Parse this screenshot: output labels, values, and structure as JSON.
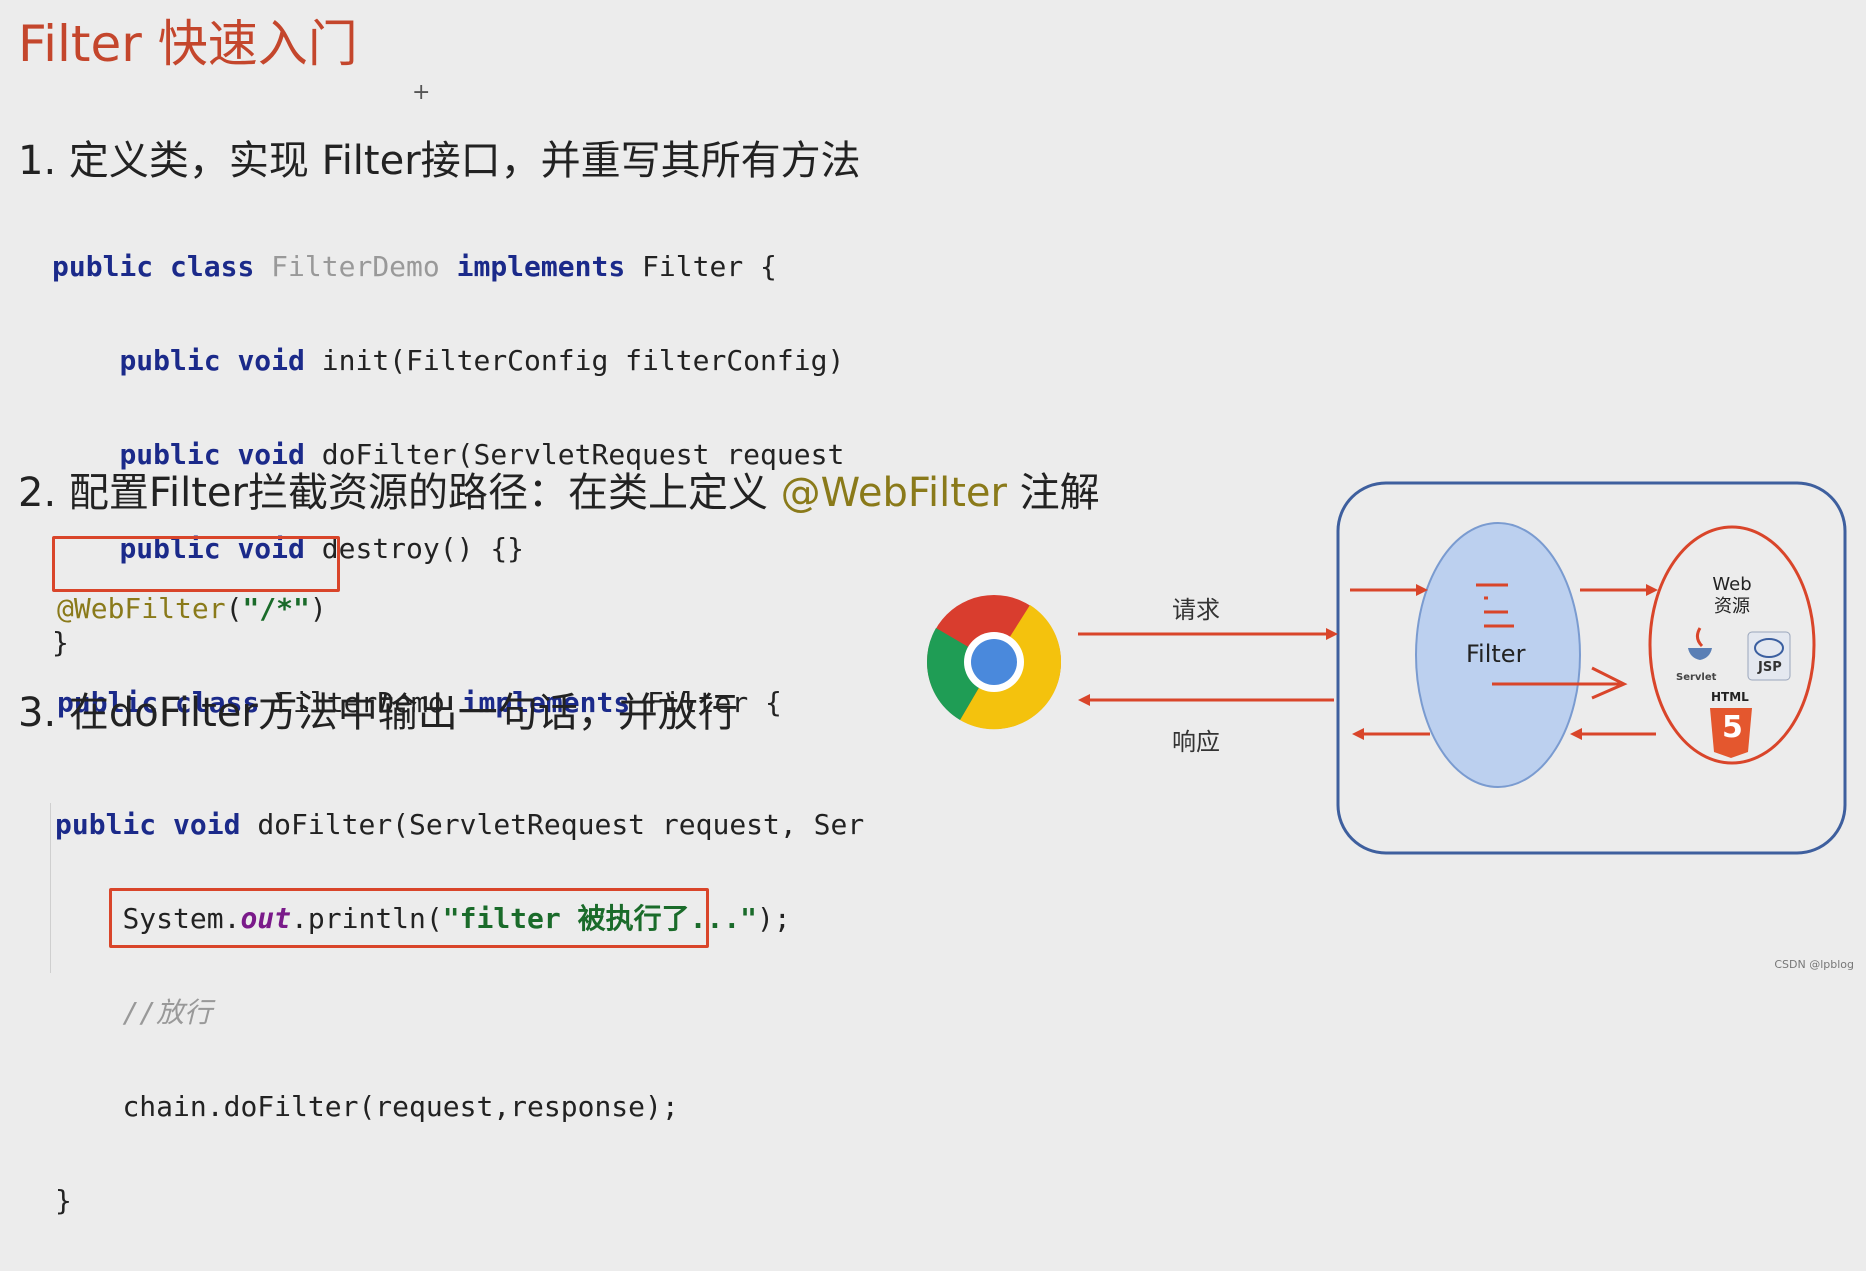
{
  "title": "Filter 快速入门",
  "cursor_glyph": "+",
  "step1": {
    "heading": "1. 定义类，实现 Filter接口，并重写其所有方法",
    "code": {
      "kw_public": "public",
      "kw_class": "class",
      "class_name": "FilterDemo",
      "kw_implements": "implements",
      "iface": "Filter {",
      "kw_void": "void",
      "init_sig": "init(FilterConfig filterConfig)",
      "dofilter_sig": "doFilter(ServletRequest request",
      "destroy_sig": "destroy() {}",
      "close": "}"
    }
  },
  "step2": {
    "heading_prefix": "2. 配置Filter拦截资源的路径：在类上定义 ",
    "heading_anno": "@WebFilter",
    "heading_suffix": " 注解",
    "code": {
      "annotation": "@WebFilter",
      "paren_open": "(",
      "path": "\"/*\"",
      "paren_close": ")",
      "kw_public": "public",
      "kw_class": "class",
      "class_name": "FilterDemo",
      "kw_implements": "implements",
      "iface": "Filter {"
    }
  },
  "step3": {
    "heading": "3. 在doFilter方法中输出一句话，并放行",
    "code": {
      "kw_public": "public",
      "kw_void": "void",
      "sig": "doFilter(ServletRequest request, Ser",
      "sys": "System.",
      "out": "out",
      "println": ".println(",
      "msg": "\"filter 被执行了...\"",
      "end": ");",
      "comment": "//放行",
      "chain": "chain.doFilter(request,response);",
      "close": "}"
    }
  },
  "diagram": {
    "request_label": "请求",
    "response_label": "响应",
    "filter_label": "Filter",
    "web_line1": "Web",
    "web_line2": "资源",
    "servlet_label": "Servlet",
    "jsp_label": "JSP",
    "html_label": "HTML",
    "html5_glyph": "5",
    "colors": {
      "arrow": "#d9452a",
      "container": "#3e5f9e",
      "filter_fill": "#bcd0ef",
      "html5": "#e4572e"
    }
  },
  "watermark": "CSDN @lpblog"
}
